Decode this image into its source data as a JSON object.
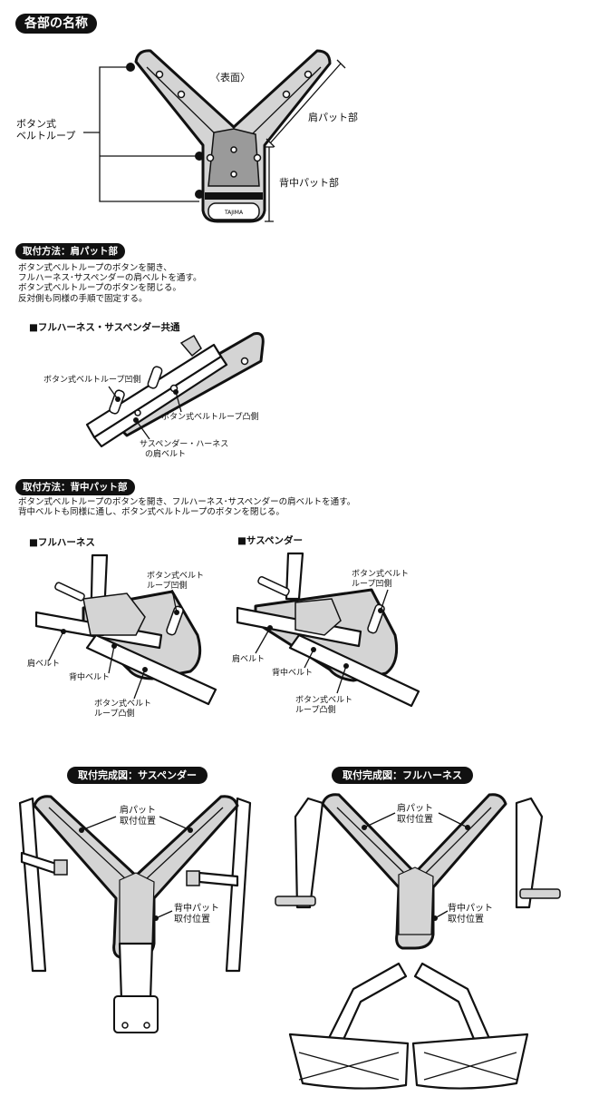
{
  "section_names": {
    "heading": "各部の名称",
    "surface_label": "〈表面〉",
    "button_loop_label": [
      "ボタン式",
      "ベルトループ"
    ],
    "shoulder_pad_label": "肩パット部",
    "back_pad_label": "背中パット部",
    "logo_text": "TAJIMA"
  },
  "section_shoulder": {
    "heading": "取付方法：肩パット部",
    "instructions": [
      "ボタン式ベルトループのボタンを開き、",
      "フルハーネス･サスペンダーの肩ベルトを通す。",
      "ボタン式ベルトループのボタンを閉じる。",
      "反対側も同様の手順で固定する。"
    ],
    "subheading": "■フルハーネス・サスペンダー共通",
    "label_concave": "ボタン式ベルトループ凹側",
    "label_convex": "ボタン式ベルトループ凸側",
    "label_belt": [
      "サスペンダー・ハーネス",
      "の肩ベルト"
    ]
  },
  "section_back": {
    "heading": "取付方法：背中パット部",
    "instructions": [
      "ボタン式ベルトループのボタンを開き、フルハーネス･サスペンダーの肩ベルトを通す。",
      "背中ベルトも同様に通し、ボタン式ベルトループのボタンを閉じる。"
    ],
    "full_harness": {
      "subheading": "■フルハーネス",
      "label_concave": [
        "ボタン式ベルト",
        "ループ凹側"
      ],
      "label_shoulder_belt": "肩ベルト",
      "label_back_belt": "背中ベルト",
      "label_convex": [
        "ボタン式ベルト",
        "ループ凸側"
      ]
    },
    "suspender": {
      "subheading": "■サスペンダー",
      "label_concave": [
        "ボタン式ベルト",
        "ループ凹側"
      ],
      "label_shoulder_belt": "肩ベルト",
      "label_back_belt": "背中ベルト",
      "label_convex": [
        "ボタン式ベルト",
        "ループ凸側"
      ]
    }
  },
  "section_complete": {
    "suspender": {
      "heading": "取付完成図：サスペンダー",
      "label_shoulder": [
        "肩パット",
        "取付位置"
      ],
      "label_back": [
        "背中パット",
        "取付位置"
      ]
    },
    "full_harness": {
      "heading": "取付完成図：フルハーネス",
      "label_shoulder": [
        "肩パット",
        "取付位置"
      ],
      "label_back": [
        "背中パット",
        "取付位置"
      ]
    }
  }
}
